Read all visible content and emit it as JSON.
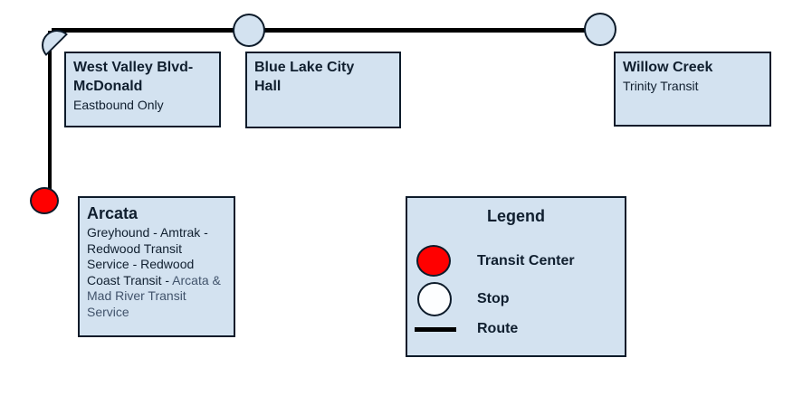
{
  "colors": {
    "background": "#ffffff",
    "box_fill": "#d3e2f0",
    "box_border": "#0d1b2a",
    "text": "#101f2f",
    "text_secondary": "#41536b",
    "route": "#000000",
    "transit_center": "#ff0000",
    "stop_fill": "#d3e2f0",
    "legend_stop_fill": "#fdfeff"
  },
  "stops": [
    {
      "name": "West Valley Blvd-McDonald",
      "note": "Eastbound Only",
      "type": "stop"
    },
    {
      "name": "Blue Lake City Hall",
      "note": "",
      "type": "stop"
    },
    {
      "name": "Willow Creek",
      "note": "Trinity Transit",
      "type": "stop"
    },
    {
      "name": "Arcata",
      "note_primary": "Greyhound - Amtrak - Redwood Transit Service - Redwood Coast Transit - ",
      "note_secondary": "Arcata & Mad River Transit Service",
      "type": "transit_center"
    }
  ],
  "legend": {
    "title": "Legend",
    "items": [
      {
        "label": "Transit Center",
        "symbol": "red-circle"
      },
      {
        "label": "Stop",
        "symbol": "white-circle"
      },
      {
        "label": "Route",
        "symbol": "black-line"
      }
    ]
  }
}
